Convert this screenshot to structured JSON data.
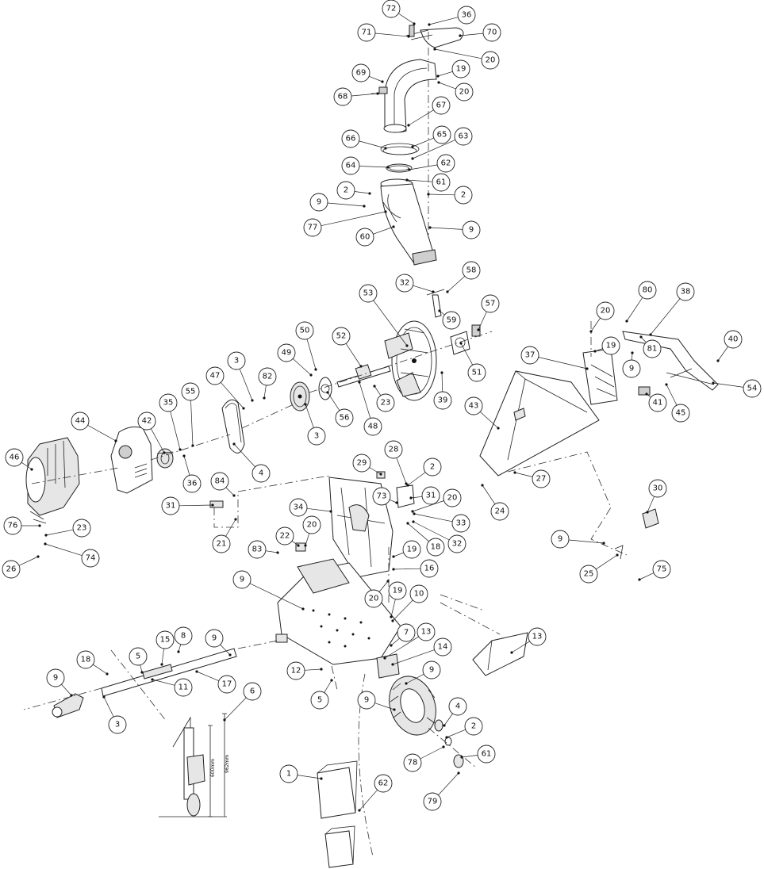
{
  "diagram": {
    "type": "exploded-parts-diagram",
    "line_color": "#222222",
    "background": "#ffffff",
    "dimension_labels": [
      "962mm",
      "600mm"
    ],
    "callouts": [
      "72",
      "36",
      "71",
      "70",
      "20",
      "69",
      "19",
      "68",
      "20",
      "67",
      "66",
      "65",
      "63",
      "64",
      "62",
      "61",
      "2",
      "9",
      "2",
      "77",
      "9",
      "60",
      "32",
      "58",
      "53",
      "57",
      "59",
      "80",
      "38",
      "20",
      "50",
      "52",
      "19",
      "81",
      "40",
      "49",
      "9",
      "37",
      "47",
      "3",
      "82",
      "51",
      "56",
      "39",
      "54",
      "23",
      "41",
      "45",
      "55",
      "48",
      "3",
      "35",
      "43",
      "44",
      "42",
      "46",
      "4",
      "36",
      "27",
      "29",
      "28",
      "2",
      "84",
      "30",
      "31",
      "73",
      "31",
      "20",
      "24",
      "34",
      "33",
      "32",
      "18",
      "76",
      "23",
      "22",
      "20",
      "9",
      "21",
      "83",
      "25",
      "19",
      "75",
      "74",
      "26",
      "16",
      "9",
      "20",
      "19",
      "10",
      "13",
      "15",
      "9",
      "7",
      "13",
      "8",
      "14",
      "18",
      "5",
      "12",
      "9",
      "9",
      "11",
      "17",
      "6",
      "5",
      "9",
      "4",
      "3",
      "2",
      "78",
      "61",
      "1",
      "62",
      "79"
    ]
  }
}
